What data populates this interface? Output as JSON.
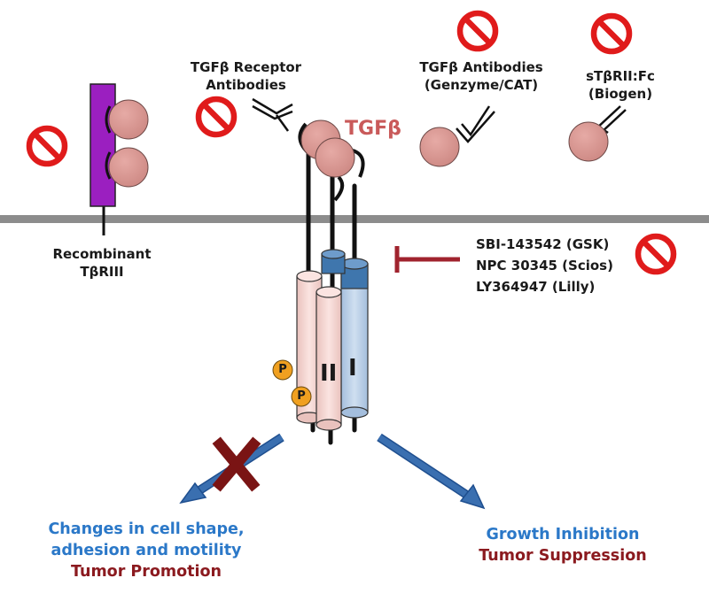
{
  "ligand": {
    "name": "TGFβ"
  },
  "therapies": {
    "recombinant": {
      "line1": "Recombinant",
      "line2": "TβRIII"
    },
    "receptor_antibodies": {
      "line1": "TGFβ Receptor",
      "line2": "Antibodies"
    },
    "tgfb_antibodies": {
      "line1": "TGFβ Antibodies",
      "line2": "(Genzyme/CAT)"
    },
    "soluble_receptor": {
      "line1": "sTβRII:Fc",
      "line2": "(Biogen)"
    },
    "kinase_inhibitors": [
      "SBI-143542 (GSK)",
      "NPC 30345 (Scios)",
      "LY364947 (Lilly)"
    ]
  },
  "receptors": {
    "type_two": "II",
    "type_one": "I",
    "phospho": "P"
  },
  "outcomes": {
    "left": {
      "line1": "Changes in cell shape,",
      "line2": "adhesion and motility",
      "line3": "Tumor Promotion"
    },
    "right": {
      "line1": "Growth Inhibition",
      "line2": "Tumor Suppression"
    }
  },
  "colors": {
    "ligand": "#d89893",
    "inhibit_symbol": "#e01b1b",
    "blocked_x": "#7a1414",
    "arrow": "#3a6fb0",
    "membrane": "#8c8c8c",
    "betaglycan": "#9b1fc0",
    "receptor_two": "#f6d7d4",
    "receptor_one": "#b7cde6",
    "phospho": "#f0a020",
    "inhibitor_bar": "#a0232e"
  }
}
